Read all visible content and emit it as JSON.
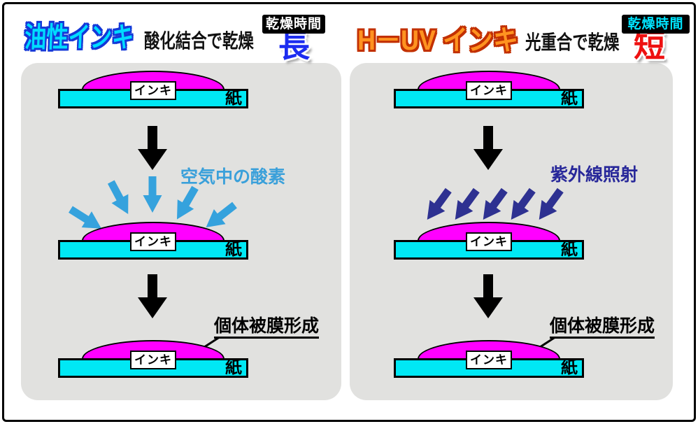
{
  "figure": {
    "description_title": "Ink drying process comparison diagram",
    "page_bg": "#ffffff",
    "frame_color": "#000000",
    "panel_bg": "#e1e1df"
  },
  "colors": {
    "ink_dome": "#ff00ff",
    "paper": "#00e8f4",
    "process_arrow_black": "#000000",
    "oxygen_arrows": "#35a2dd",
    "uv_arrows": "#2e3191"
  },
  "icons": {
    "down_arrow": "down-arrow-icon",
    "oxygen_fan": "oxygen-arrow-fan-icon",
    "uv_rays": "uv-rays-icon"
  },
  "panels": [
    {
      "id": "oil-ink",
      "title": "油性インキ",
      "subtitle": "酸化結合で乾燥",
      "badge_label": "乾燥時間",
      "badge_value": "長",
      "mid_label": "空気中の酸素",
      "result_label": "個体被膜形成",
      "ink_label": "インキ",
      "paper_label": "紙",
      "arrow_pattern": "converging-fan",
      "accent": {
        "title_fill": "#00dcff",
        "title_outline": "#1438d8",
        "badge_label_color": "#ffffff",
        "badge_value_color": "#1c2cf0",
        "mid_label_color": "#3aa0da",
        "arrows_color": "#35a2dd"
      }
    },
    {
      "id": "h-uv-ink",
      "title": "H－UV インキ",
      "subtitle": "光重合で乾燥",
      "badge_label": "乾燥時間",
      "badge_value": "短",
      "mid_label": "紫外線照射",
      "result_label": "個体被膜形成",
      "ink_label": "インキ",
      "paper_label": "紙",
      "arrow_pattern": "parallel-diagonal",
      "accent": {
        "title_fill": "#ff9320",
        "title_outline": "#c23000",
        "badge_label_color": "#00e5ff",
        "badge_value_color": "#ee1111",
        "mid_label_color": "#28289a",
        "arrows_color": "#2e3191"
      }
    }
  ]
}
